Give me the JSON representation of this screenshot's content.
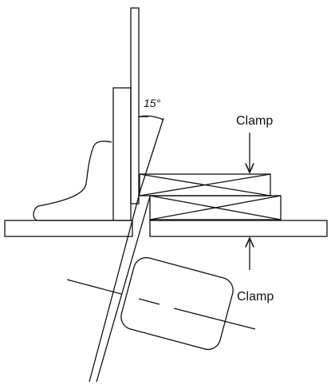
{
  "labels": {
    "angle": "15°",
    "clamp_top": "Clamp",
    "clamp_bottom": "Clamp"
  }
}
